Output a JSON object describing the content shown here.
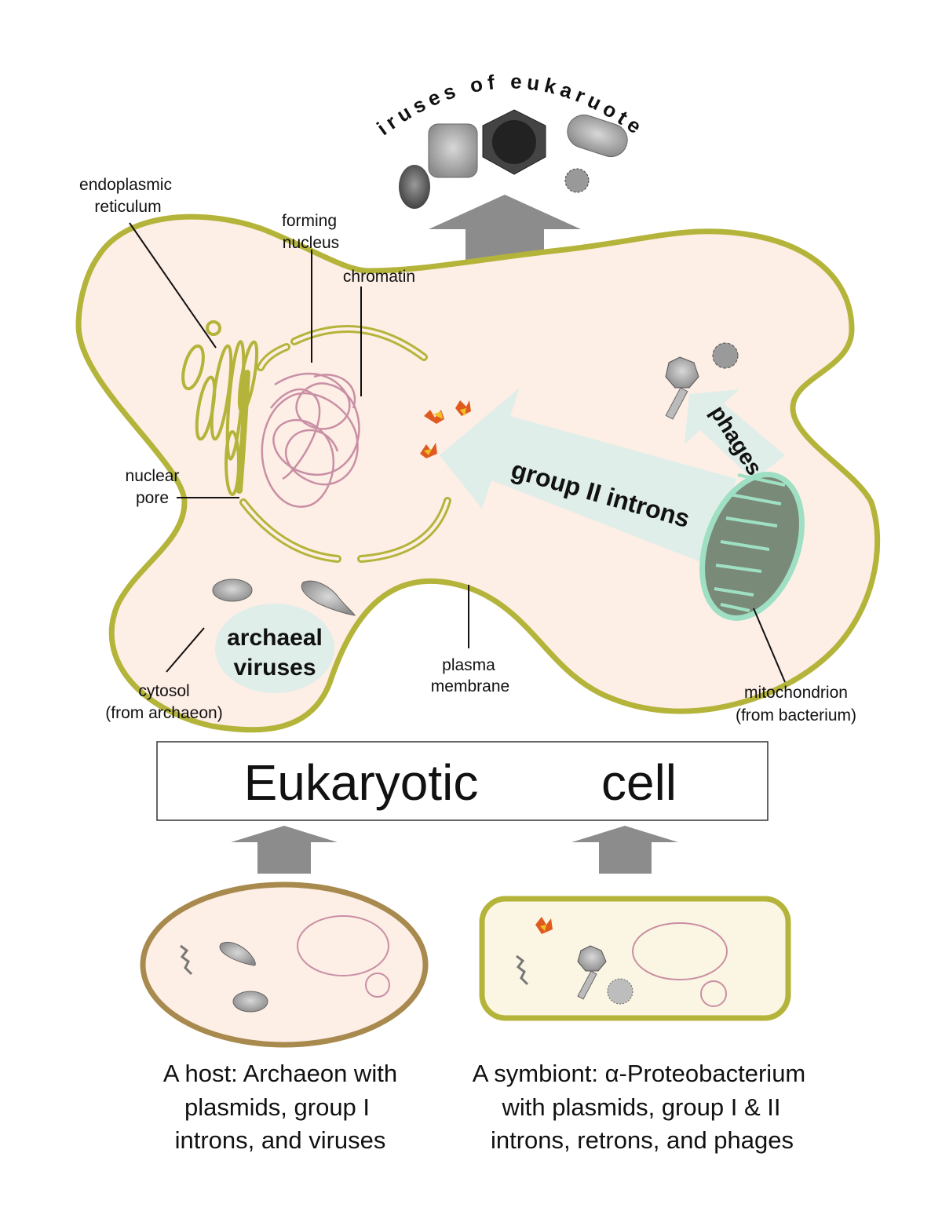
{
  "arc_title": "Viruses of eukaruotes",
  "labels": {
    "endoplasmic_reticulum": [
      "endoplasmic",
      "reticulum"
    ],
    "forming_nucleus": [
      "forming",
      "nucleus"
    ],
    "chromatin": "chromatin",
    "nuclear_pore": [
      "nuclear",
      "pore"
    ],
    "cytosol": [
      "cytosol",
      "(from archaeon)"
    ],
    "plasma_membrane": [
      "plasma",
      "membrane"
    ],
    "mitochondrion": [
      "mitochondrion",
      "(from bacterium)"
    ]
  },
  "arrow_labels": {
    "group_ii_introns": "group II introns",
    "phages": "phages",
    "archaeal_viruses": [
      "archaeal",
      "viruses"
    ]
  },
  "title_box": {
    "word1": "Eukaryotic",
    "word2": "cell"
  },
  "host_caption": [
    "A host: Archaeon with",
    "plasmids, group I",
    "introns, and viruses"
  ],
  "symbiont_caption": [
    "A symbiont: α-Proteobacterium",
    "with plasmids, group I & II",
    "introns, retrons, and phages"
  ],
  "colors": {
    "cell_fill": "#fdeee6",
    "membrane": "#b4b43a",
    "chromatin": "#c98fa4",
    "arrow_light": "#dfeee8",
    "arrow_gray": "#8c8c8c",
    "host_border": "#a88a4e",
    "symbiont_fill": "#fbf5e3"
  }
}
